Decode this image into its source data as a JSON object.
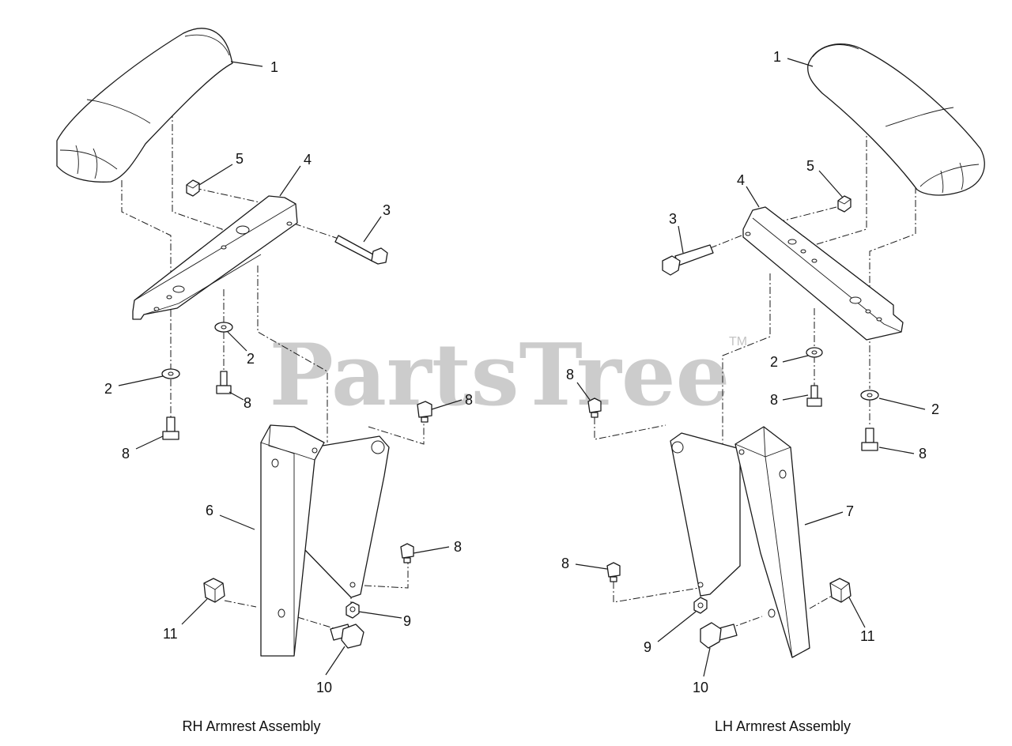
{
  "watermark": {
    "brand": "PartsTree",
    "mark": "TM"
  },
  "assemblies": [
    {
      "id": "rh",
      "caption": "RH Armrest Assembly",
      "callouts": [
        {
          "text": "1"
        },
        {
          "text": "5"
        },
        {
          "text": "4"
        },
        {
          "text": "3"
        },
        {
          "text": "2"
        },
        {
          "text": "2"
        },
        {
          "text": "8"
        },
        {
          "text": "8"
        },
        {
          "text": "8"
        },
        {
          "text": "6"
        },
        {
          "text": "8"
        },
        {
          "text": "9"
        },
        {
          "text": "11"
        },
        {
          "text": "10"
        }
      ]
    },
    {
      "id": "lh",
      "caption": "LH Armrest Assembly",
      "callouts": [
        {
          "text": "1"
        },
        {
          "text": "5"
        },
        {
          "text": "4"
        },
        {
          "text": "3"
        },
        {
          "text": "2"
        },
        {
          "text": "8"
        },
        {
          "text": "2"
        },
        {
          "text": "8"
        },
        {
          "text": "8"
        },
        {
          "text": "7"
        },
        {
          "text": "8"
        },
        {
          "text": "9"
        },
        {
          "text": "11"
        },
        {
          "text": "10"
        }
      ]
    }
  ]
}
